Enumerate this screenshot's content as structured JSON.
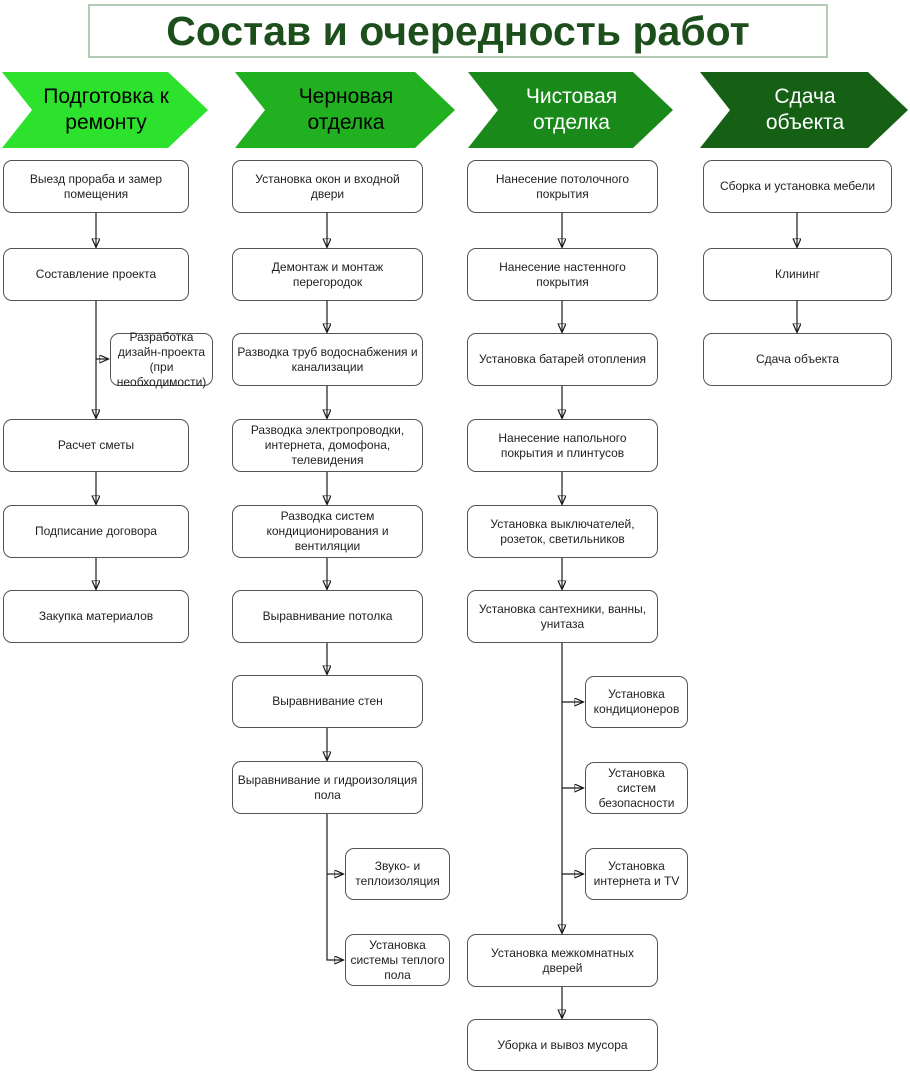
{
  "title": "Состав и очередность работ",
  "title_color": "#1c4f1c",
  "phases": [
    {
      "label": "Подготовка к ремонту",
      "fill": "#2de22d",
      "text": "#000000"
    },
    {
      "label": "Черновая отделка",
      "fill": "#20b020",
      "text": "#000000"
    },
    {
      "label": "Чистовая отделка",
      "fill": "#198a19",
      "text": "#ffffff"
    },
    {
      "label": "Сдача объекта",
      "fill": "#166016",
      "text": "#ffffff"
    }
  ],
  "columns": [
    {
      "phase": "Подготовка к ремонту",
      "boxes": [
        "Выезд прораба и замер помещения",
        "Составление проекта",
        "Разработка дизайн-проекта (при необходимости)",
        "Расчет сметы",
        "Подписание договора",
        "Закупка материалов"
      ]
    },
    {
      "phase": "Черновая отделка",
      "boxes": [
        "Установка окон и входной двери",
        "Демонтаж и монтаж перегородок",
        "Разводка труб водоснабжения и канализации",
        "Разводка электропроводки, интернета, домофона, телевидения",
        "Разводка систем кондиционирования и вентиляции",
        "Выравнивание потолка",
        "Выравнивание стен",
        "Выравнивание и гидроизоляция пола",
        "Звуко- и теплоизоляция",
        "Установка системы теплого пола"
      ]
    },
    {
      "phase": "Чистовая отделка",
      "boxes": [
        "Нанесение потолочного покрытия",
        "Нанесение настенного покрытия",
        "Установка батарей отопления",
        "Нанесение напольного покрытия и плинтусов",
        "Установка выключателей, розеток, светильников",
        "Установка сантехники, ванны, унитаза",
        "Установка кондиционеров",
        "Установка систем безопасности",
        "Установка интернета и TV",
        "Установка межкомнатных дверей",
        "Уборка и вывоз мусора"
      ]
    },
    {
      "phase": "Сдача объекта",
      "boxes": [
        "Сборка и установка мебели",
        "Клининг",
        "Сдача объекта"
      ]
    }
  ]
}
